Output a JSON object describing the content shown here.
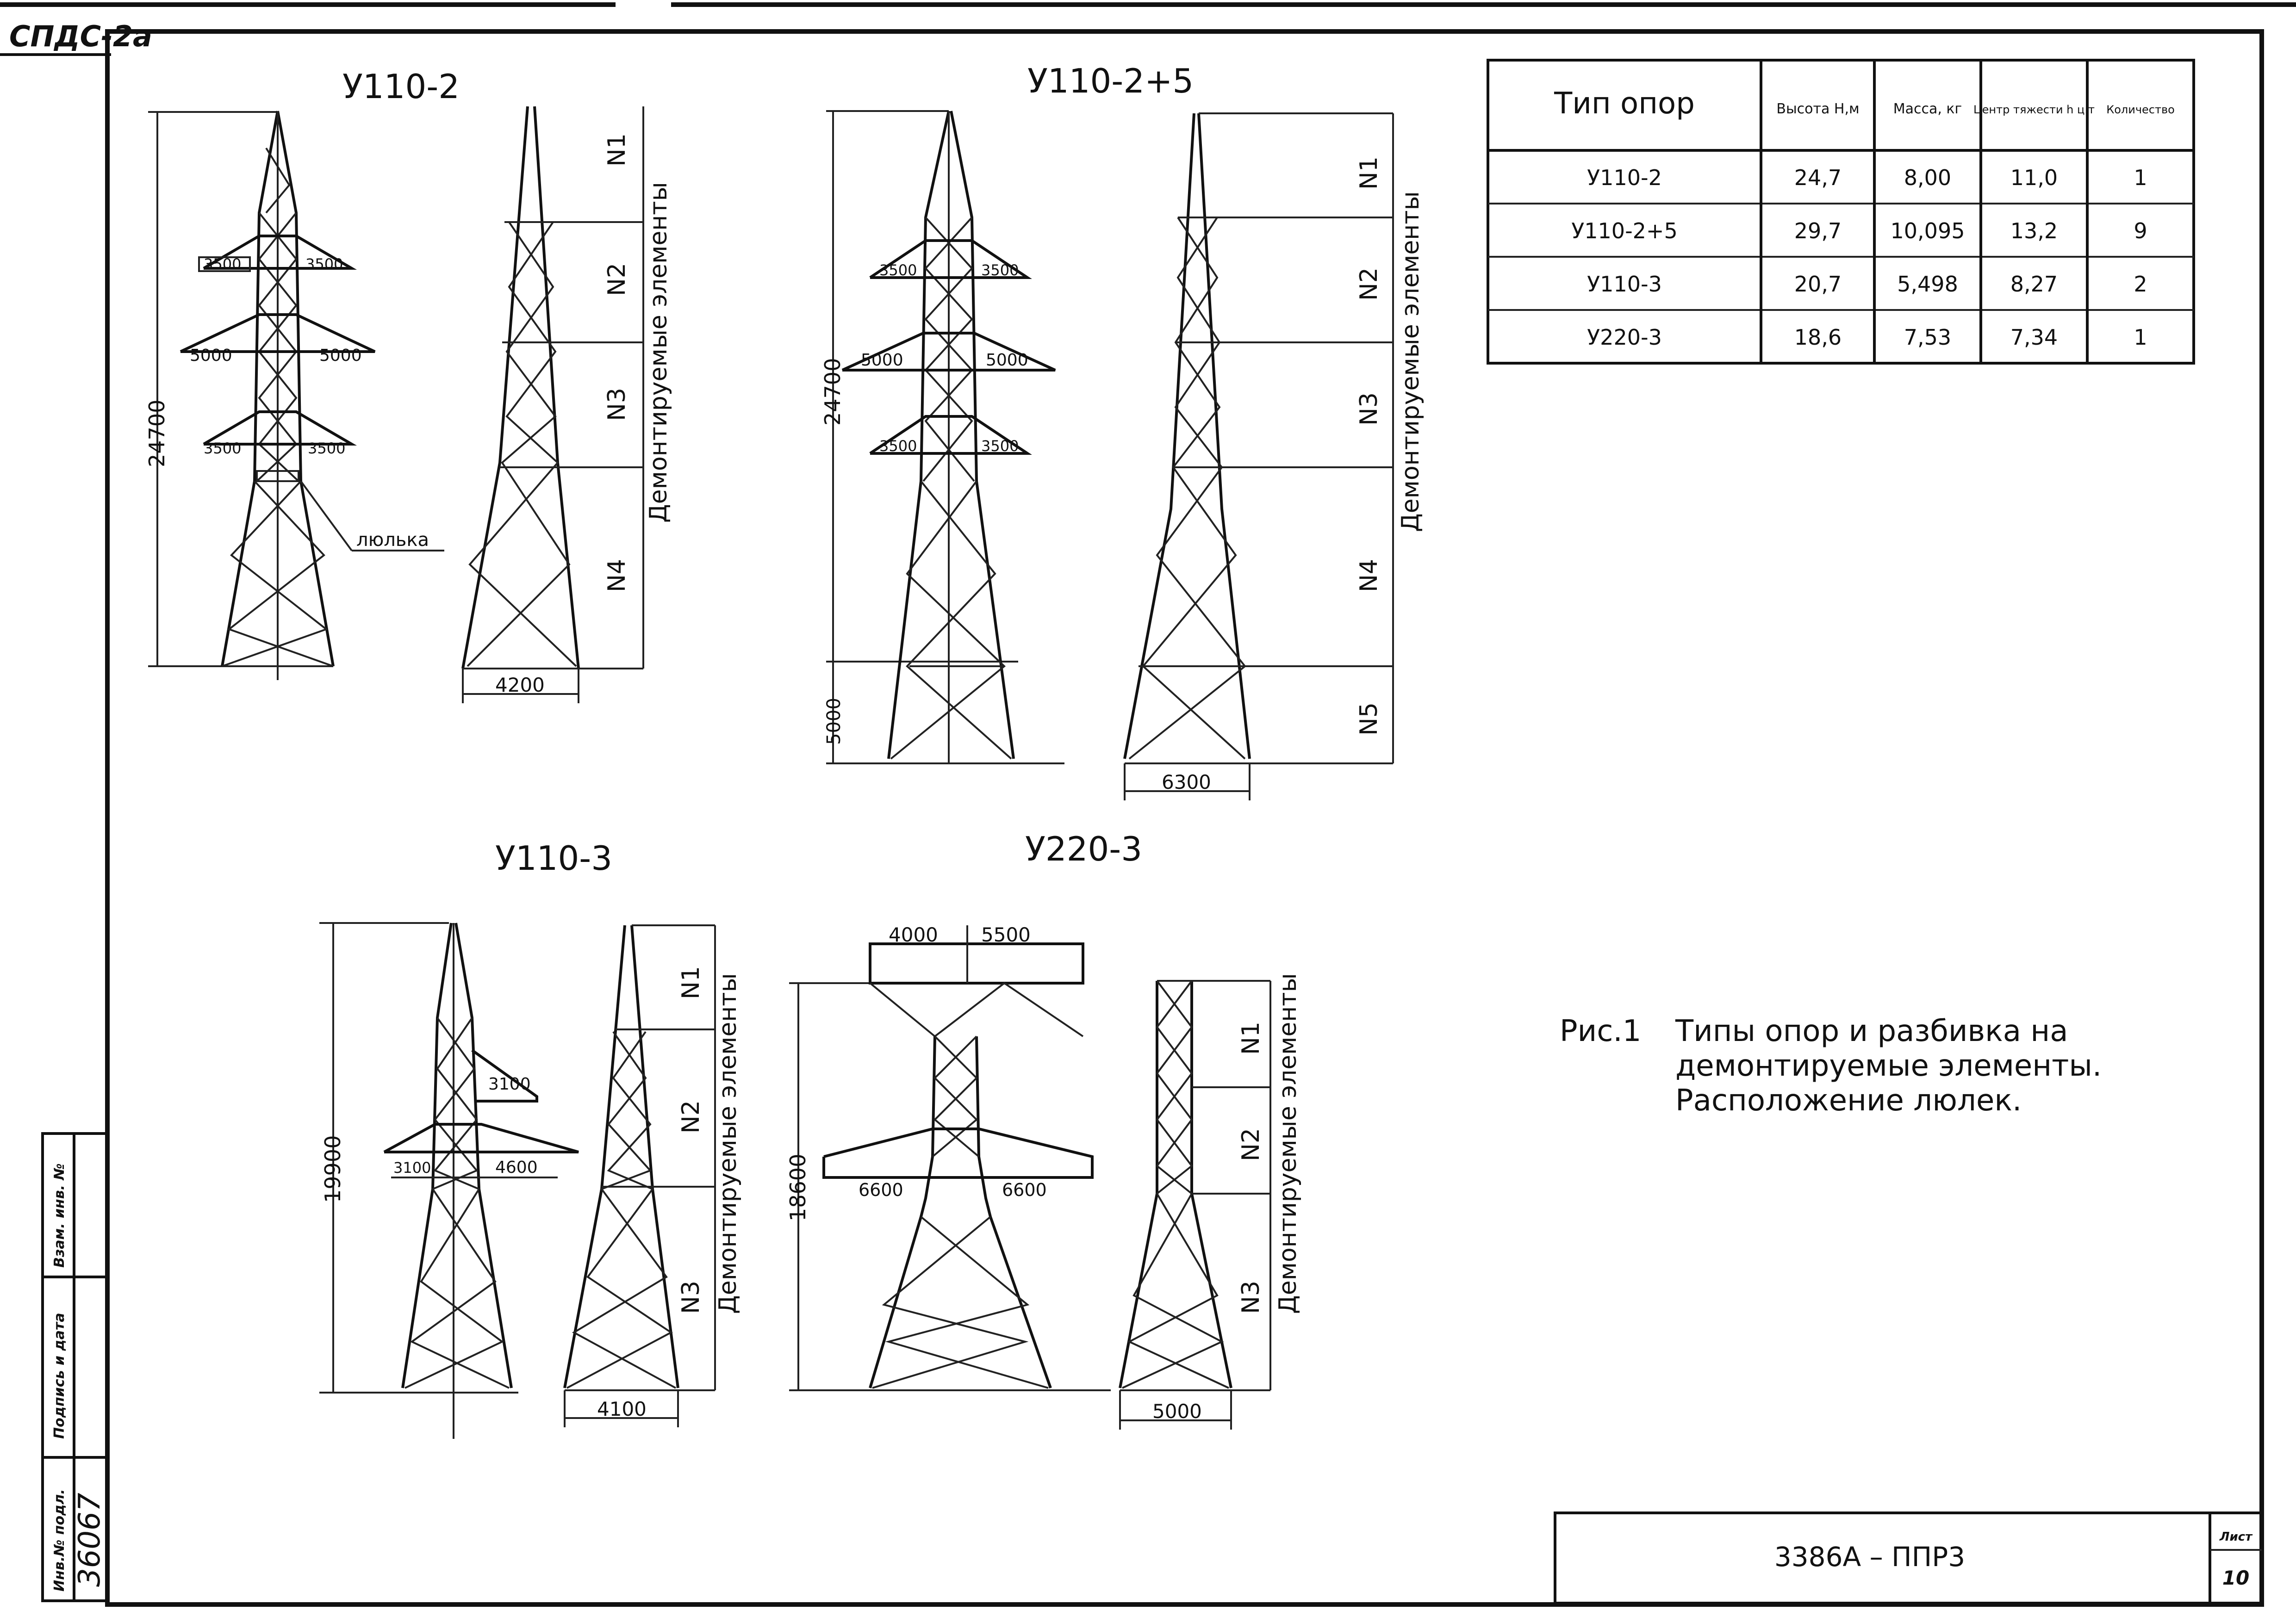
{
  "header": {
    "code": "СПДС-2а"
  },
  "towers": {
    "u110_2": {
      "title": "У110-2",
      "height": "24700",
      "base": "4200",
      "arm_top_l": "3500",
      "arm_top_r": "3500",
      "arm_mid_l": "5000",
      "arm_mid_r": "5000",
      "arm_low_l": "3500",
      "arm_low_r": "3500",
      "cradle": "люлька",
      "elements_label": "Демонтируемые элементы",
      "sections": [
        "N1",
        "N2",
        "N3",
        "N4"
      ]
    },
    "u110_2_5": {
      "title": "У110-2+5",
      "height": "24700",
      "extension": "5000",
      "base": "6300",
      "arm_top_l": "3500",
      "arm_top_r": "3500",
      "arm_mid_l": "5000",
      "arm_mid_r": "5000",
      "arm_low_l": "3500",
      "arm_low_r": "3500",
      "elements_label": "Демонтируемые элементы",
      "sections": [
        "N1",
        "N2",
        "N3",
        "N4",
        "N5"
      ]
    },
    "u110_3": {
      "title": "У110-3",
      "height": "19900",
      "base": "4100",
      "arm_top": "3100",
      "arm_low_l": "3100",
      "arm_low_r": "4600",
      "elements_label": "Демонтируемые элементы",
      "sections": [
        "N1",
        "N2",
        "N3"
      ]
    },
    "u220_3": {
      "title": "У220-3",
      "height": "18600",
      "base": "5000",
      "arm_top_l": "4000",
      "arm_top_r": "5500",
      "arm_low_l": "6600",
      "arm_low_r": "6600",
      "elements_label": "Демонтируемые элементы",
      "sections": [
        "N1",
        "N2",
        "N3"
      ]
    }
  },
  "table": {
    "headers": [
      "Тип опор",
      "Высота Н,м",
      "Масса, кг",
      "Центр тяжести h ц.т",
      "Количество"
    ],
    "rows": [
      [
        "У110-2",
        "24,7",
        "8,00",
        "11,0",
        "1"
      ],
      [
        "У110-2+5",
        "29,7",
        "10,095",
        "13,2",
        "9"
      ],
      [
        "У110-3",
        "20,7",
        "5,498",
        "8,27",
        "2"
      ],
      [
        "У220-3",
        "18,6",
        "7,53",
        "7,34",
        "1"
      ]
    ]
  },
  "caption": {
    "fig": "Рис.1",
    "lines": [
      "Типы опор и разбивка на",
      "демонтируемые элементы.",
      "Расположение люлек."
    ]
  },
  "stamp": {
    "labels": [
      "Инв.№ подл.",
      "Подпись и дата",
      "Взам. инв. №"
    ],
    "inv_number": "36067"
  },
  "title_block": {
    "doc_code": "3386А – ППР3",
    "sheet_label": "Лист",
    "sheet_number": "10"
  }
}
